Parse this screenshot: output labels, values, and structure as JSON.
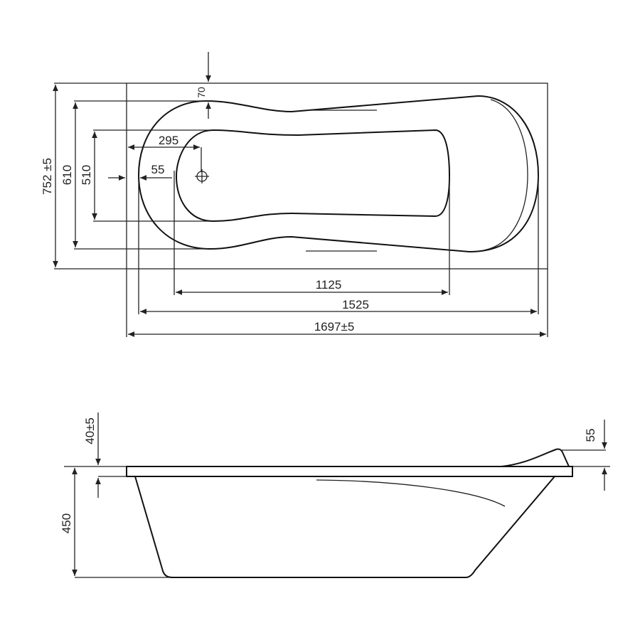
{
  "top_view": {
    "dim_overall_width": "752 ±5",
    "dim_rim_width": "610",
    "dim_inner_width": "510",
    "dim_rim_offset": "70",
    "dim_drain_offset": "295",
    "dim_edge_offset": "55",
    "dim_inner_length": "1125",
    "dim_rim_length": "1525",
    "dim_overall_length": "1697±5"
  },
  "side_view": {
    "dim_rim_thickness": "40±5",
    "dim_height": "450",
    "dim_headrest": "55"
  },
  "colors": {
    "line": "#222222",
    "background": "#ffffff"
  }
}
